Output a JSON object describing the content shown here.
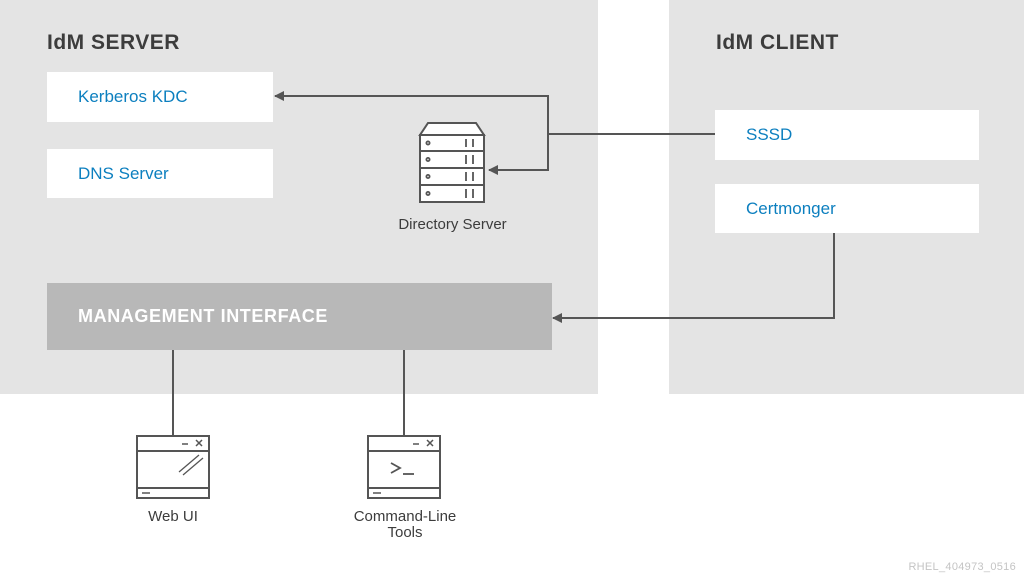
{
  "server": {
    "title": "IdM SERVER",
    "kerberos_label": "Kerberos KDC",
    "dns_label": "DNS Server",
    "directory_label": "Directory Server",
    "management_label": "MANAGEMENT INTERFACE"
  },
  "client": {
    "title": "IdM CLIENT",
    "sssd_label": "SSSD",
    "certmonger_label": "Certmonger"
  },
  "tools": {
    "webui_label": "Web UI",
    "cli_label_line1": "Command-Line",
    "cli_label_line2": "Tools"
  },
  "footer": {
    "id": "RHEL_404973_0516"
  },
  "colors": {
    "panel_bg": "#e4e4e4",
    "accent_blue": "#0c7fbf",
    "management_bg": "#b8b8b8",
    "line": "#555555"
  }
}
